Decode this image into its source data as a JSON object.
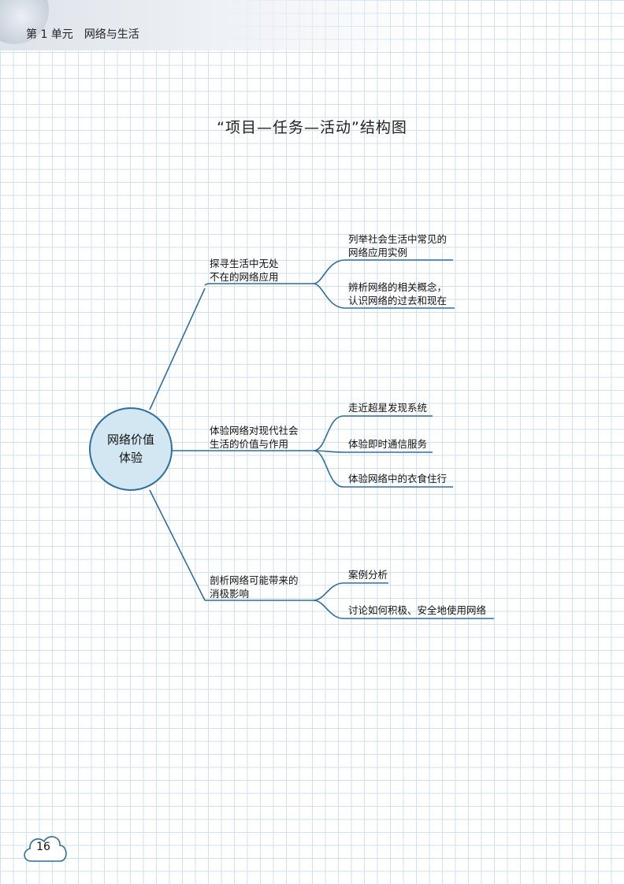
{
  "header": {
    "unit": "第 1 单元",
    "title": "网络与生活"
  },
  "page_title": "“项目—任务—活动”结构图",
  "colors": {
    "line": "#2d6f9f",
    "center_fill": "#d3e7f3",
    "center_stroke": "#2d6f9f",
    "grid": "#cfe0ee"
  },
  "center": {
    "line1": "网络价值",
    "line2": "体验"
  },
  "branches": [
    {
      "line1": "探寻生活中无处",
      "line2": "不在的网络应用",
      "leaves": [
        {
          "line1": "列举社会生活中常见的",
          "line2": "网络应用实例"
        },
        {
          "line1": "辨析网络的相关概念，",
          "line2": "认识网络的过去和现在"
        }
      ]
    },
    {
      "line1": "体验网络对现代社会",
      "line2": "生活的价值与作用",
      "leaves": [
        {
          "line1": "走近超星发现系统"
        },
        {
          "line1": "体验即时通信服务"
        },
        {
          "line1": "体验网络中的衣食住行"
        }
      ]
    },
    {
      "line1": "剖析网络可能带来的",
      "line2": "消极影响",
      "leaves": [
        {
          "line1": "案例分析"
        },
        {
          "line1": "讨论如何积极、安全地使用网络"
        }
      ]
    }
  ],
  "page_number": "16"
}
